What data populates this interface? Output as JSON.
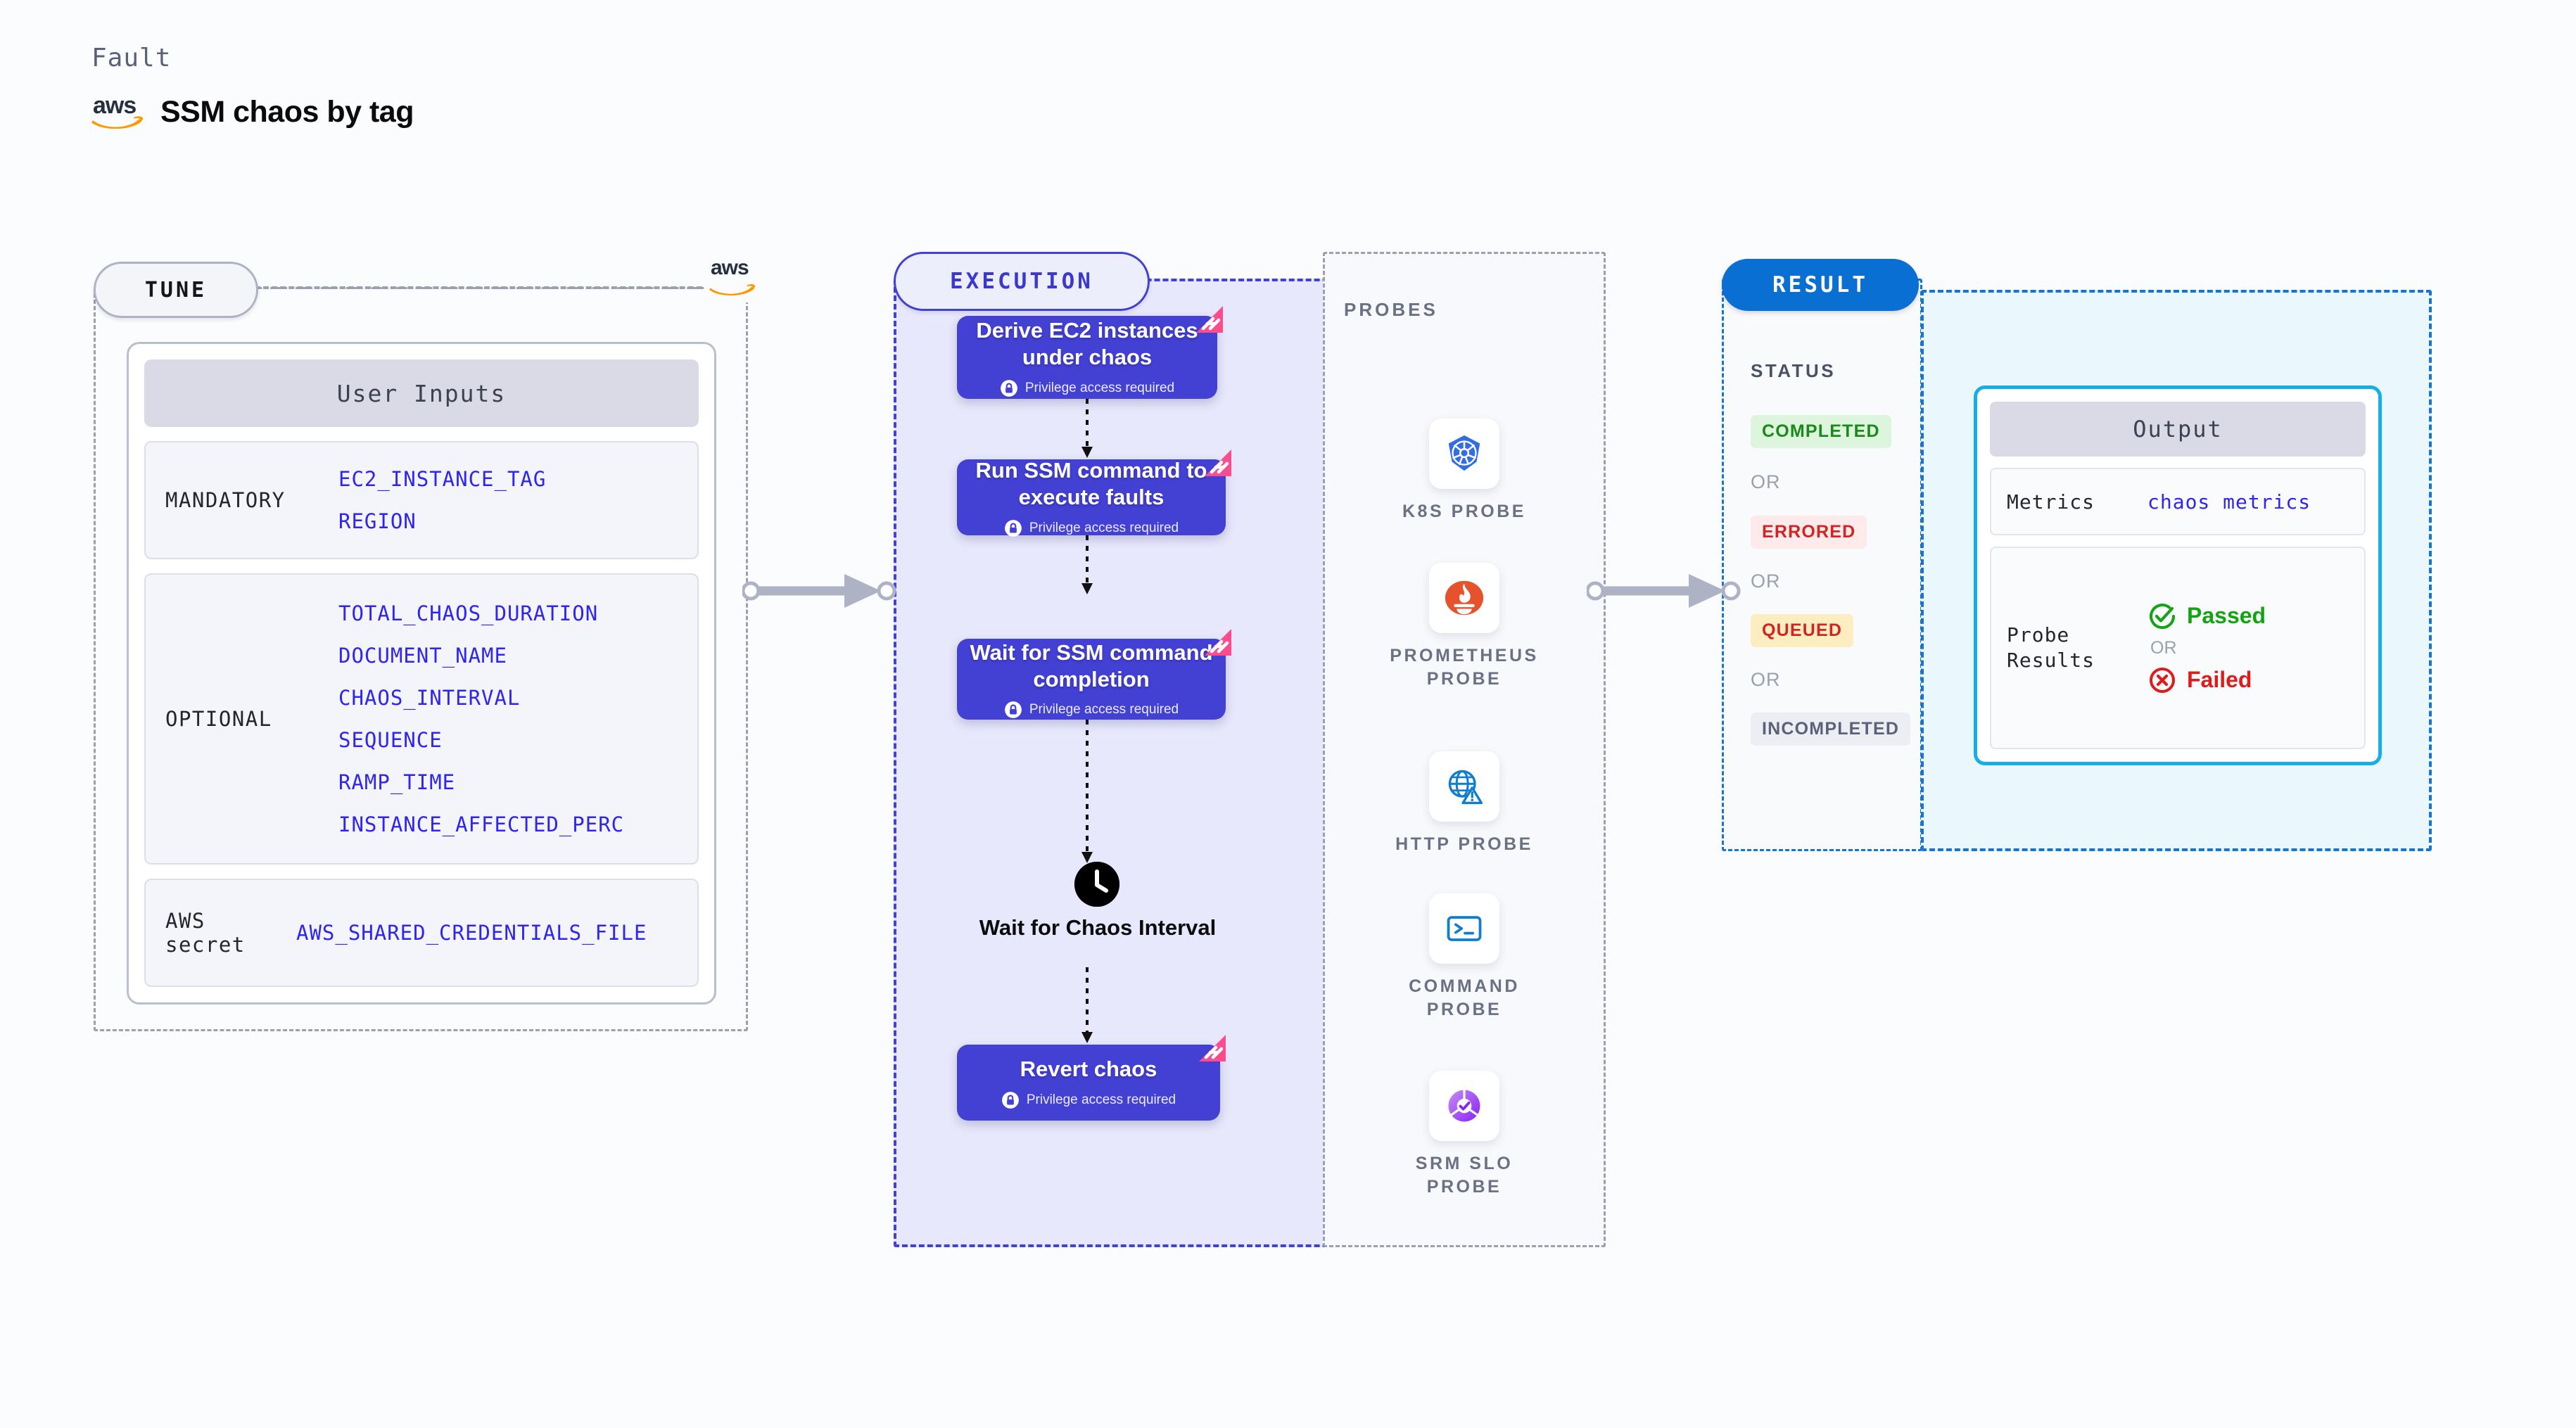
{
  "header": {
    "kicker": "Fault",
    "logo_text": "aws",
    "title": "SSM chaos by tag"
  },
  "tune": {
    "pill_label": "TUNE",
    "badge_logo_text": "aws",
    "card_header": "User Inputs",
    "groups": [
      {
        "label": "MANDATORY",
        "vars": [
          "EC2_INSTANCE_TAG",
          "REGION"
        ]
      },
      {
        "label": "OPTIONAL",
        "vars": [
          "TOTAL_CHAOS_DURATION",
          "DOCUMENT_NAME",
          "CHAOS_INTERVAL",
          "SEQUENCE",
          "RAMP_TIME",
          "INSTANCE_AFFECTED_PERC"
        ]
      },
      {
        "label": "AWS secret",
        "vars": [
          "AWS_SHARED_CREDENTIALS_FILE"
        ]
      }
    ]
  },
  "execution": {
    "pill_label": "EXECUTION",
    "privilege_note": "Privilege access required",
    "steps": [
      {
        "title": "Derive EC2 instances under chaos",
        "privileged": true
      },
      {
        "title": "Run SSM command to execute faults",
        "privileged": true
      },
      {
        "title": "Wait for SSM command completion",
        "privileged": true
      },
      {
        "title": "Revert chaos",
        "privileged": true
      }
    ],
    "wait_node": {
      "label": "Wait for Chaos Interval",
      "icon": "clock-icon"
    }
  },
  "probes": {
    "title": "PROBES",
    "items": [
      {
        "label": "K8S PROBE",
        "icon": "kubernetes-icon"
      },
      {
        "label": "PROMETHEUS PROBE",
        "icon": "prometheus-icon"
      },
      {
        "label": "HTTP PROBE",
        "icon": "http-globe-icon"
      },
      {
        "label": "COMMAND PROBE",
        "icon": "terminal-icon"
      },
      {
        "label": "SRM SLO PROBE",
        "icon": "srm-slo-icon"
      }
    ]
  },
  "result": {
    "pill_label": "RESULT",
    "status_title": "STATUS",
    "or_label": "OR",
    "statuses": [
      {
        "label": "COMPLETED",
        "bg": "#dcf5dc",
        "fg": "#1a8a1a"
      },
      {
        "label": "ERRORED",
        "bg": "#fdeaea",
        "fg": "#d32323"
      },
      {
        "label": "QUEUED",
        "bg": "#fdeec2",
        "fg": "#d32323"
      },
      {
        "label": "INCOMPLETED",
        "bg": "#edeef3",
        "fg": "#5b6178"
      }
    ],
    "output": {
      "header": "Output",
      "metrics_label": "Metrics",
      "metrics_value": "chaos metrics",
      "probe_results_label": "Probe Results",
      "passed_label": "Passed",
      "failed_label": "Failed",
      "or_label": "OR",
      "passed_color": "#13a313",
      "failed_color": "#e01b1b"
    }
  },
  "colors": {
    "page_bg": "#fbfcfe",
    "indigo": "#4340d4",
    "exec_tint": "#e7e8fb",
    "result_tint": "#eaf8fe",
    "harness_pink": "#fb4d8e",
    "aws_orange": "#ff9900",
    "var_blue": "#2f24f0"
  }
}
